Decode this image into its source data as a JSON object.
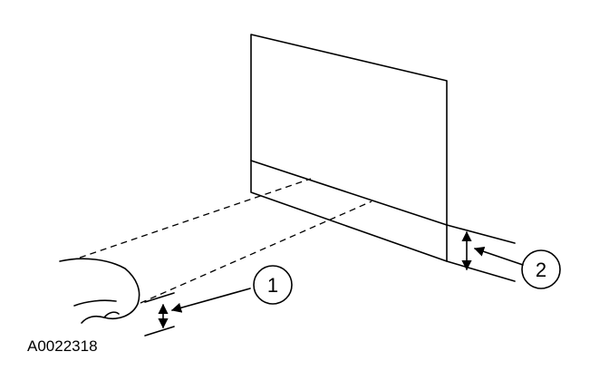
{
  "diagram": {
    "callouts": [
      {
        "id": 1,
        "label": "1"
      },
      {
        "id": 2,
        "label": "2"
      }
    ],
    "figure_id": "A0022318"
  }
}
